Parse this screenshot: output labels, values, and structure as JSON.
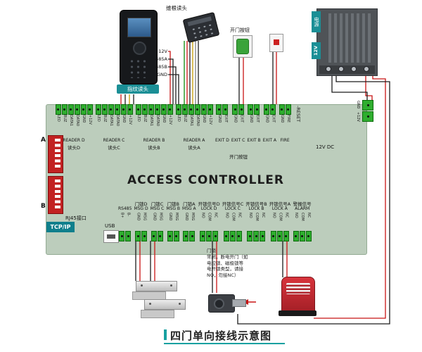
{
  "colors": {
    "board_green": "#bccdbc",
    "terminal_green": "#2fae2f",
    "teal": "#1b8f96",
    "wire_red": "#c81414",
    "wire_black": "#1c1c1c",
    "dip_red": "#c22222",
    "siren_red": "#c8252c",
    "psu_gray": "#4f5357"
  },
  "title": {
    "text": "四门单向接线示意图"
  },
  "devices": {
    "fingerprint_label": "指纹读头",
    "wiegand_label": "维根读头",
    "exit_button_label": "开门按钮",
    "power_label": "电源",
    "power_voltage": "12V"
  },
  "wire_labels": [
    "12V",
    "485A",
    "485B",
    "GND"
  ],
  "board": {
    "title": "ACCESS CONTROLLER",
    "reset_label": "-RESET",
    "dc_label": "12V  DC",
    "exit_cn": "开门按钮",
    "dip_a": "A",
    "dip_b": "B",
    "rj45_label": "RJ45接口",
    "tcpip_label": "TCP/IP",
    "usb_label": "USB",
    "right_terminal_pins": [
      "GND",
      "+12V"
    ],
    "top_groups": [
      {
        "en": "READER D",
        "cn": "读头D",
        "pins": [
          "LED",
          "BUZ",
          "DATA1",
          "DATA0",
          "GND",
          "+12V"
        ]
      },
      {
        "en": "READER C",
        "cn": "读头C",
        "pins": [
          "LED",
          "BUZ",
          "DATA1",
          "DATA0",
          "GND",
          "+12V"
        ]
      },
      {
        "en": "READER B",
        "cn": "读头B",
        "pins": [
          "LED",
          "BUZ",
          "DATA1",
          "DATA0",
          "GND",
          "+12V"
        ]
      },
      {
        "en": "READER A",
        "cn": "读头A",
        "pins": [
          "LED",
          "BUZ",
          "DATA1",
          "DATA0",
          "GND",
          "+12V"
        ]
      },
      {
        "en": "EXIT D",
        "cn": "",
        "pins": [
          "GND",
          "EXIT"
        ]
      },
      {
        "en": "EXIT C",
        "cn": "",
        "pins": [
          "GND",
          "EXIT"
        ]
      },
      {
        "en": "EXIT B",
        "cn": "",
        "pins": [
          "GND",
          "EXIT"
        ]
      },
      {
        "en": "EXIT A",
        "cn": "",
        "pins": [
          "GND",
          "EXIT"
        ]
      },
      {
        "en": "FIRE",
        "cn": "",
        "pins": [
          "GND",
          "FIRE"
        ]
      }
    ],
    "bottom_groups": [
      {
        "en": "RS485",
        "cn": "",
        "pins": [
          "B+",
          "B-"
        ]
      },
      {
        "en": "MSG D",
        "cn": "门锁D",
        "pins": [
          "GND",
          "MSG"
        ]
      },
      {
        "en": "MSG C",
        "cn": "门锁C",
        "pins": [
          "GND",
          "MSG"
        ]
      },
      {
        "en": "MSG B",
        "cn": "门锁B",
        "pins": [
          "GND",
          "MSG"
        ]
      },
      {
        "en": "MSG A",
        "cn": "门锁A",
        "pins": [
          "GND",
          "MSG"
        ]
      },
      {
        "en": "LOCK D",
        "cn": "开锁信号D",
        "pins": [
          "NO",
          "COM",
          "NC"
        ]
      },
      {
        "en": "LOCK C",
        "cn": "开锁信号C",
        "pins": [
          "NO",
          "COM",
          "NC"
        ]
      },
      {
        "en": "LOCK B",
        "cn": "开锁信号B",
        "pins": [
          "NO",
          "COM",
          "NC"
        ]
      },
      {
        "en": "LOCK A",
        "cn": "开锁信号A",
        "pins": [
          "NO",
          "COM",
          "NC"
        ]
      },
      {
        "en": "ALARM",
        "cn": "警报信号",
        "pins": [
          "NO",
          "COM",
          "NC"
        ]
      }
    ]
  },
  "note": {
    "lines": [
      "门锁",
      "常闭，断电开门（如",
      "电控锁、磁极锁等",
      "电开锁类型，请接",
      "NO，勿接NC）"
    ]
  }
}
